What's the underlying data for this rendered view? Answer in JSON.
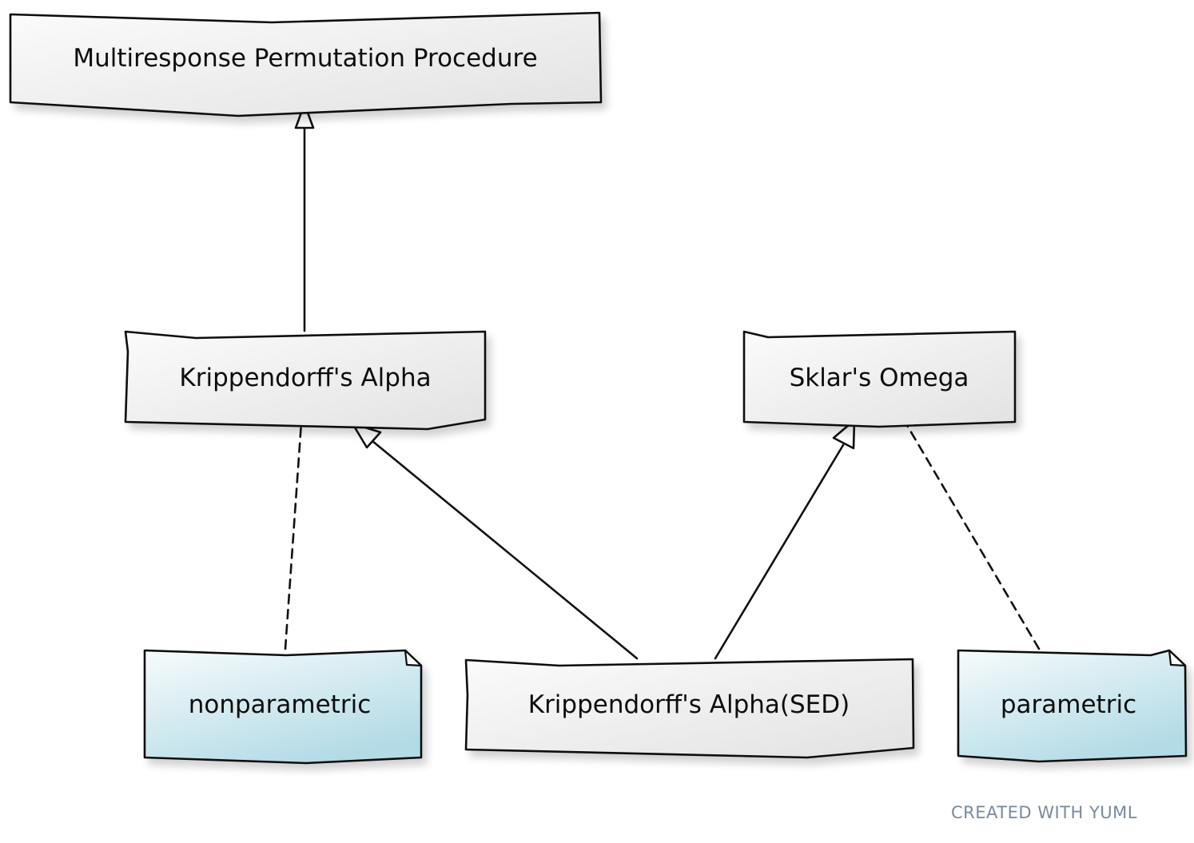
{
  "diagram": {
    "type": "uml-class",
    "nodes": [
      {
        "id": "mpp",
        "kind": "class",
        "label": "Multiresponse Permutation Procedure"
      },
      {
        "id": "ka",
        "kind": "class",
        "label": "Krippendorff's Alpha"
      },
      {
        "id": "so",
        "kind": "class",
        "label": "Sklar's Omega"
      },
      {
        "id": "np",
        "kind": "note",
        "label": "nonparametric"
      },
      {
        "id": "kased",
        "kind": "class",
        "label": "Krippendorff's Alpha(SED)"
      },
      {
        "id": "p",
        "kind": "note",
        "label": "parametric"
      }
    ],
    "edges": [
      {
        "from": "ka",
        "to": "mpp",
        "style": "solid",
        "head": "hollow-triangle"
      },
      {
        "from": "kased",
        "to": "ka",
        "style": "solid",
        "head": "hollow-triangle"
      },
      {
        "from": "kased",
        "to": "so",
        "style": "solid",
        "head": "hollow-triangle"
      },
      {
        "from": "np",
        "to": "ka",
        "style": "dashed",
        "head": "none"
      },
      {
        "from": "p",
        "to": "so",
        "style": "dashed",
        "head": "none"
      }
    ],
    "colors": {
      "class_fill": "#eeeeee",
      "note_fill": "#c2e1ea",
      "stroke": "#111111",
      "watermark": "#7a8a9c"
    }
  },
  "watermark": "CREATED WITH YUML"
}
